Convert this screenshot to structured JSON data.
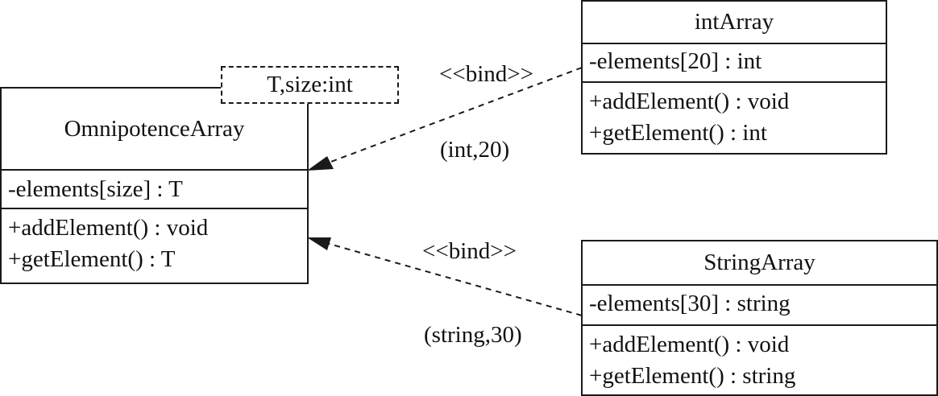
{
  "template_class": {
    "name": "OmnipotenceArray",
    "template_params": "T,size:int",
    "attribute": "-elements[size] : T",
    "operations": [
      "+addElement() : void",
      "+getElement() : T"
    ]
  },
  "int_class": {
    "name": "intArray",
    "attribute": "-elements[20] : int",
    "operations": [
      "+addElement() : void",
      "+getElement() : int"
    ]
  },
  "string_class": {
    "name": "StringArray",
    "attribute": "-elements[30] : string",
    "operations": [
      "+addElement() : void",
      "+getElement() : string"
    ]
  },
  "bind_int": {
    "stereotype": "<<bind>>",
    "args": "(int,20)"
  },
  "bind_string": {
    "stereotype": "<<bind>>",
    "args": "(string,30)"
  }
}
